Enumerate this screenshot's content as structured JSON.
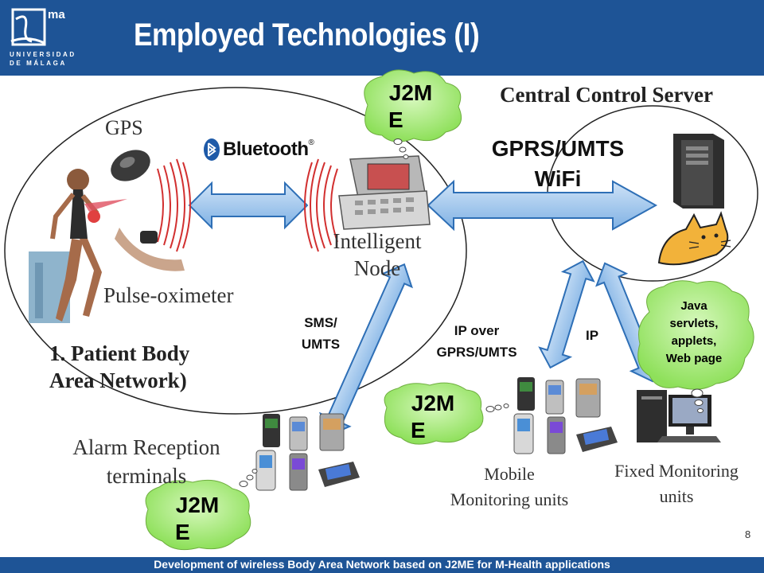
{
  "header": {
    "title": "Employed Technologies (I)",
    "logo": {
      "mark": "ma",
      "line1": "UNIVERSIDAD",
      "line2": "DE MÁLAGA"
    }
  },
  "diagram": {
    "server_title": "Central Control Server",
    "gps_label": "GPS",
    "bluetooth_label": "Bluetooth",
    "bluetooth_mark": "®",
    "gprs_label_line1": "GPRS/UMTS",
    "gprs_label_line2": "WiFi",
    "node_label_line1": "Intelligent",
    "node_label_line2": "Node",
    "pulse_label": "Pulse-oximeter",
    "ban_label_line1": "1. Patient Body",
    "ban_label_line2": "Area Network)",
    "sms_label_line1": "SMS/",
    "sms_label_line2": "UMTS",
    "ipover_label_line1": "IP over",
    "ipover_label_line2": "GPRS/UMTS",
    "ip_label": "IP",
    "alarm_label_line1": "Alarm Reception",
    "alarm_label_line2": "terminals",
    "mobile_label_line1": "Mobile",
    "mobile_label_line2": "Monitoring units",
    "fixed_label_line1": "Fixed Monitoring",
    "fixed_label_line2": "units",
    "cloud_top_line1": "J2M",
    "cloud_top_line2": "E",
    "cloud_mid_line1": "J2M",
    "cloud_mid_line2": "E",
    "cloud_bottom_line1": "J2M",
    "cloud_bottom_line2": "E",
    "java_cloud_line1": "Java",
    "java_cloud_line2": "servlets,",
    "java_cloud_line3": "applets,",
    "java_cloud_line4": "Web page"
  },
  "colors": {
    "header_bg": "#1e5496",
    "arrow_fill": "#9cc4ec",
    "arrow_stroke": "#2e6fb6",
    "cloud_fill": "#a8ec7c",
    "signal_red": "#d23030"
  },
  "page_number": "8",
  "footer": {
    "text": "Development of wireless Body Area Network based on J2ME for M-Health applications"
  }
}
